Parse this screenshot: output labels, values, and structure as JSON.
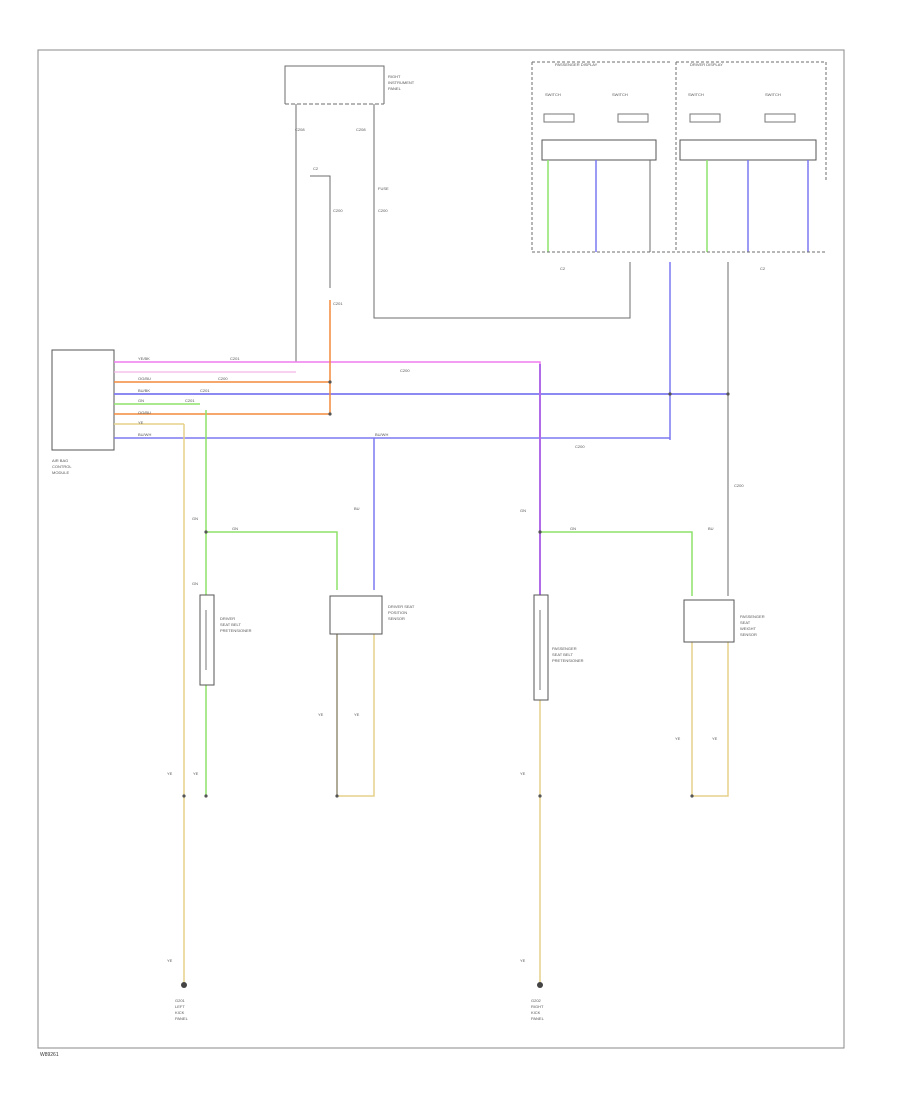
{
  "colors": {
    "pink": "#f07cf0",
    "light_pink": "#f3b5e6",
    "orange": "#f28a3c",
    "light_orange": "#f6c59b",
    "blue": "#7b78f0",
    "green": "#8ee26a",
    "yellow": "#e6d08a",
    "purple": "#b16ae8",
    "gray": "#6e6e6e"
  },
  "modules": {
    "main_module": [
      "AIR BAG",
      "CONTROL",
      "MODULE"
    ],
    "top_module": [
      "RIGHT",
      "INSTRUMENT",
      "PANEL"
    ],
    "display_left": "PASSENGER DISPLAY",
    "display_right": "DRIVER DISPLAY",
    "sensor_1": [
      "DRIVER",
      "SEAT BELT",
      "PRETENSIONER"
    ],
    "sensor_2": [
      "DRIVER SEAT",
      "POSITION",
      "SENSOR"
    ],
    "sensor_3": [
      "PASSENGER",
      "SEAT BELT",
      "PRETENSIONER"
    ],
    "sensor_4": [
      "PASSENGER",
      "SEAT",
      "WEIGHT",
      "SENSOR"
    ],
    "ground_1": [
      "G201",
      "LEFT",
      "KICK",
      "PANEL"
    ],
    "ground_2": [
      "G202",
      "RIGHT",
      "KICK",
      "PANEL"
    ]
  },
  "figure_label": "W89261"
}
